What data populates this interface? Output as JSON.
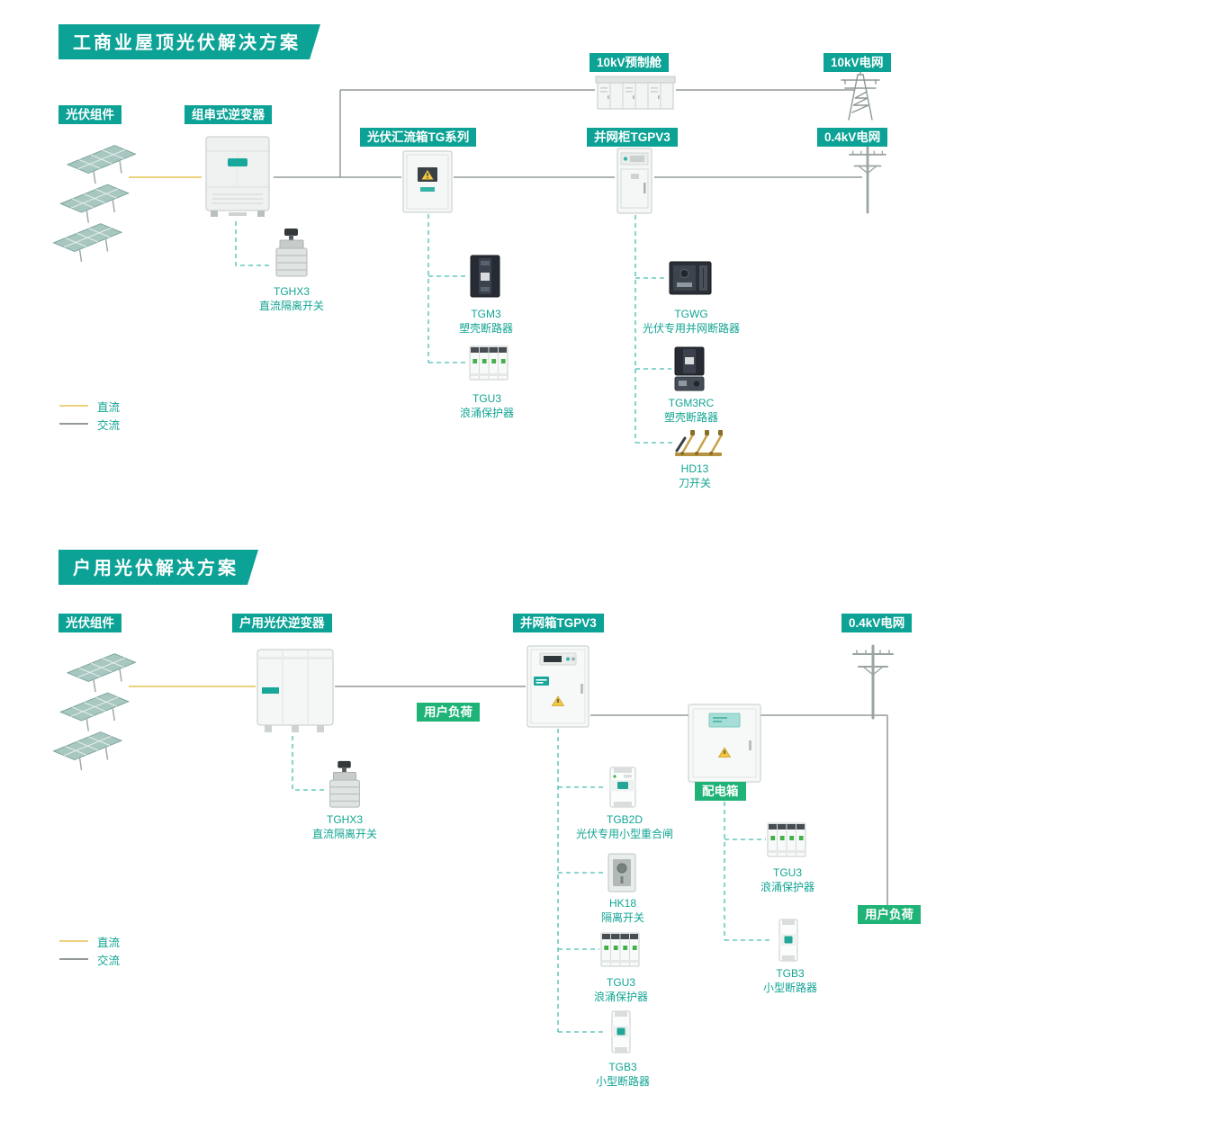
{
  "colors": {
    "teal": "#0ca295",
    "chip_green": "#1fb377",
    "dc_line": "#ecd27e",
    "ac_line": "#939a98",
    "dashed_line": "#49bdb1",
    "caption_text": "#12a493"
  },
  "legend": {
    "dc": "直流",
    "ac": "交流"
  },
  "s1": {
    "title": "工商业屋顶光伏解决方案",
    "nodes": {
      "pv": {
        "label": "光伏组件",
        "icon": "solar-panel-array"
      },
      "inverter": {
        "label": "组串式逆变器",
        "icon": "string-inverter"
      },
      "combiner": {
        "label": "光伏汇流箱TG系列",
        "icon": "pv-combiner-box"
      },
      "cabin": {
        "label": "10kV预制舱",
        "icon": "prefab-substation-cabin"
      },
      "cabinet": {
        "label": "并网柜TGPV3",
        "icon": "grid-connection-cabinet"
      },
      "grid10": {
        "label": "10kV电网",
        "icon": "transmission-tower"
      },
      "grid04": {
        "label": "0.4kV电网",
        "icon": "utility-pole"
      }
    },
    "components": {
      "tghx3": {
        "model": "TGHX3",
        "desc": "直流隔离开关",
        "icon": "dc-isolator-switch"
      },
      "tgm3": {
        "model": "TGM3",
        "desc": "塑壳断路器",
        "icon": "molded-case-breaker"
      },
      "tgu3": {
        "model": "TGU3",
        "desc": "浪涌保护器",
        "icon": "surge-protector"
      },
      "tgwg": {
        "model": "TGWG",
        "desc": "光伏专用并网断路器",
        "icon": "air-circuit-breaker"
      },
      "tgm3rc": {
        "model": "TGM3RC",
        "desc": "塑壳断路器",
        "icon": "molded-case-breaker-rc"
      },
      "hd13": {
        "model": "HD13",
        "desc": "刀开关",
        "icon": "knife-switch"
      }
    }
  },
  "s2": {
    "title": "户用光伏解决方案",
    "nodes": {
      "pv": {
        "label": "光伏组件",
        "icon": "solar-panel-array"
      },
      "inverter": {
        "label": "户用光伏逆变器",
        "icon": "residential-inverter"
      },
      "gridbox": {
        "label": "并网箱TGPV3",
        "icon": "grid-connection-box"
      },
      "grid04": {
        "label": "0.4kV电网",
        "icon": "utility-pole"
      },
      "load1": {
        "label": "用户负荷"
      },
      "distbox": {
        "label": "配电箱",
        "icon": "distribution-box"
      },
      "load2": {
        "label": "用户负荷"
      }
    },
    "components": {
      "tghx3": {
        "model": "TGHX3",
        "desc": "直流隔离开关",
        "icon": "dc-isolator-switch"
      },
      "tgb2d": {
        "model": "TGB2D",
        "desc": "光伏专用小型重合闸",
        "icon": "pv-recloser"
      },
      "hk18": {
        "model": "HK18",
        "desc": "隔离开关",
        "icon": "isolator-switch"
      },
      "tgu3a": {
        "model": "TGU3",
        "desc": "浪涌保护器",
        "icon": "surge-protector"
      },
      "tgb3a": {
        "model": "TGB3",
        "desc": "小型断路器",
        "icon": "miniature-breaker"
      },
      "tgu3b": {
        "model": "TGU3",
        "desc": "浪涌保护器",
        "icon": "surge-protector"
      },
      "tgb3b": {
        "model": "TGB3",
        "desc": "小型断路器",
        "icon": "miniature-breaker"
      }
    }
  }
}
